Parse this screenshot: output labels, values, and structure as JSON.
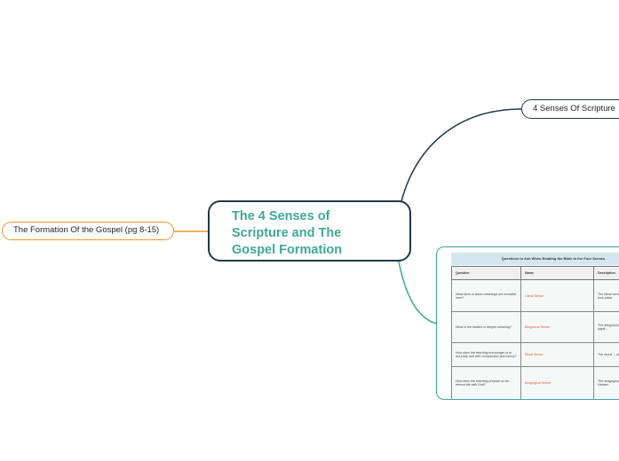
{
  "central_topic": {
    "title": "The 4 Senses of\nScripture and The\nGospel Formation",
    "text_color": "#3fa896",
    "border_color": "#1f3a4a"
  },
  "branches": [
    {
      "label": "The Formation Of the Gospel (pg 8-15)",
      "color": "#e8962a"
    },
    {
      "label": "4 Senses Of Scripture",
      "color": "#1f3a4a"
    }
  ],
  "image_branch": {
    "color": "#3aa3a8",
    "document": {
      "title": "Questions to Ask When Reading the Bible in the Four Senses",
      "headers": [
        "Question",
        "Name",
        "Description"
      ],
      "rows": [
        {
          "question": "What facts or basic meanings are revealed here?",
          "name": "Literal Sense",
          "description": "The literal sense ... such as people ... took place"
        },
        {
          "question": "What is the hidden or deeper meaning?",
          "name": "Allegorical Sense",
          "description": "The allegorical ... deeper meaning ... signif ..."
        },
        {
          "question": "How does the teaching encourage us to act justly and with compassion and mercy?",
          "name": "Moral Sense",
          "description": "The moral ... actions that ..."
        },
        {
          "question": "How does the teaching prepare us for eternal life with God?",
          "name": "Anagogical Sense",
          "description": "The anagogical ... the age of ... in Heaven"
        }
      ]
    }
  }
}
